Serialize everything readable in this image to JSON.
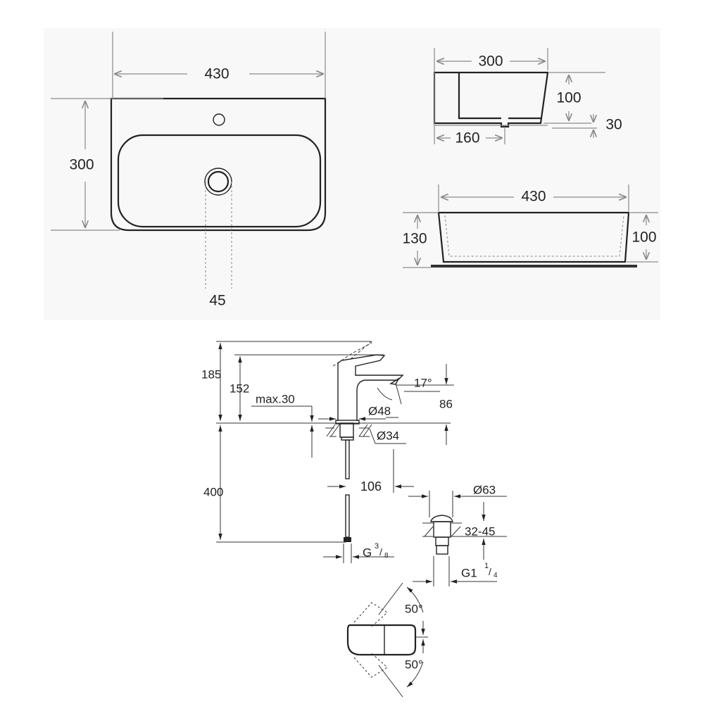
{
  "basin_top_view": {
    "width": "430",
    "depth": "300",
    "drain_offset": "45"
  },
  "basin_side_view": {
    "depth": "300",
    "height": "100",
    "base": "30",
    "drain_position": "160"
  },
  "basin_front_view": {
    "width": "430",
    "total_height": "130",
    "bowl_height": "100"
  },
  "faucet": {
    "height_total": "185",
    "height_spout": "152",
    "max_thickness": "max.30",
    "base_diameter": "Ø48",
    "spout_angle": "17°",
    "spout_height": "86",
    "shank_diameter": "Ø34",
    "projection": "106",
    "hose_length": "400",
    "hose_thread_g": "G",
    "hose_thread_num": "3",
    "hose_thread_den": "8"
  },
  "waste": {
    "diameter": "Ø63",
    "thickness": "32-45",
    "thread_g": "G1",
    "thread_num": "1",
    "thread_den": "4"
  },
  "lever": {
    "angle_up": "50°",
    "angle_down": "50°"
  },
  "colors": {
    "line": "#222222",
    "dimension": "#8a8a8a",
    "panel": "#f8f8f8"
  }
}
